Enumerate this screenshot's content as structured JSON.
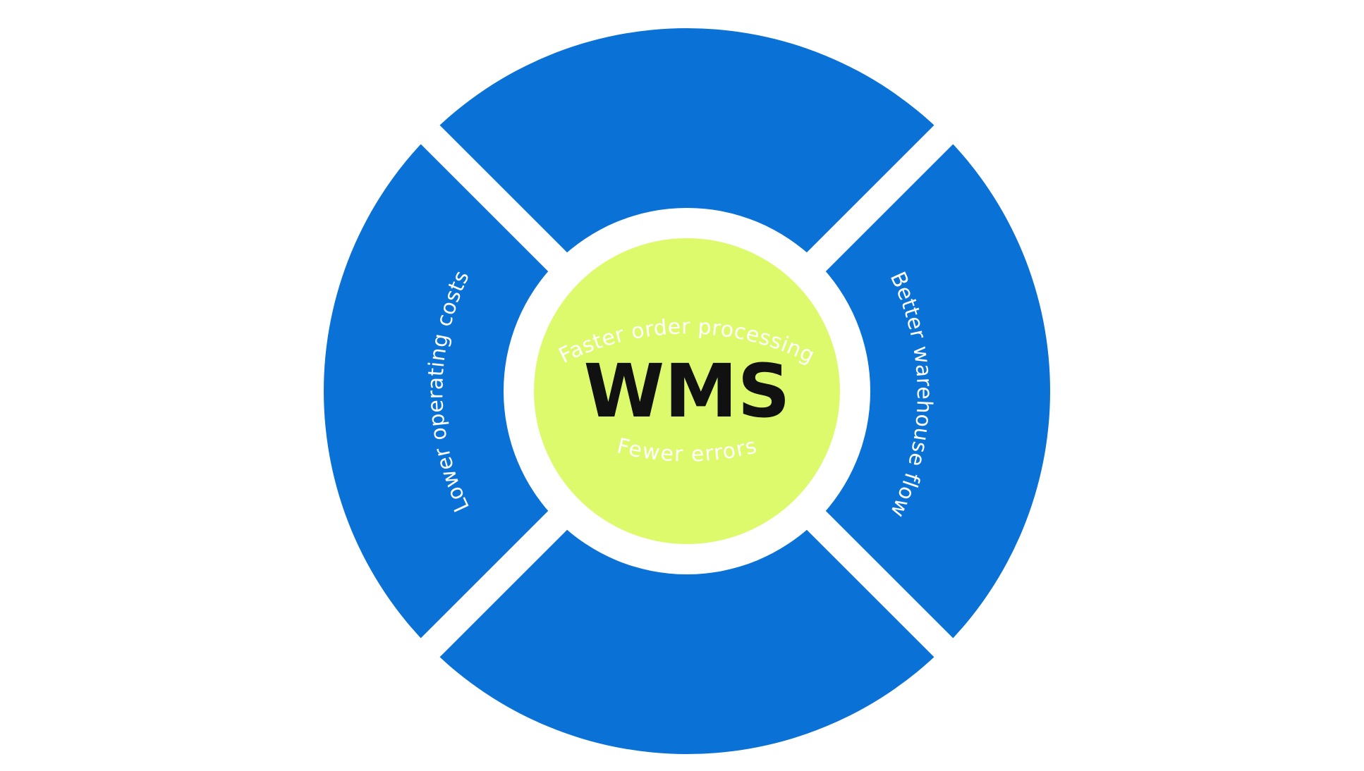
{
  "center": {
    "label": "WMS"
  },
  "segments": [
    {
      "id": "top",
      "label": "Faster order processing"
    },
    {
      "id": "right",
      "label": "Better warehouse flow"
    },
    {
      "id": "bottom",
      "label": "Fewer errors"
    },
    {
      "id": "left",
      "label": "Lower operating costs"
    }
  ],
  "colors": {
    "segment": "#0A72D6",
    "center": "#DDFA6D",
    "background": "#FFFFFF",
    "center_text": "#111111",
    "segment_text": "#FFFFFF"
  }
}
